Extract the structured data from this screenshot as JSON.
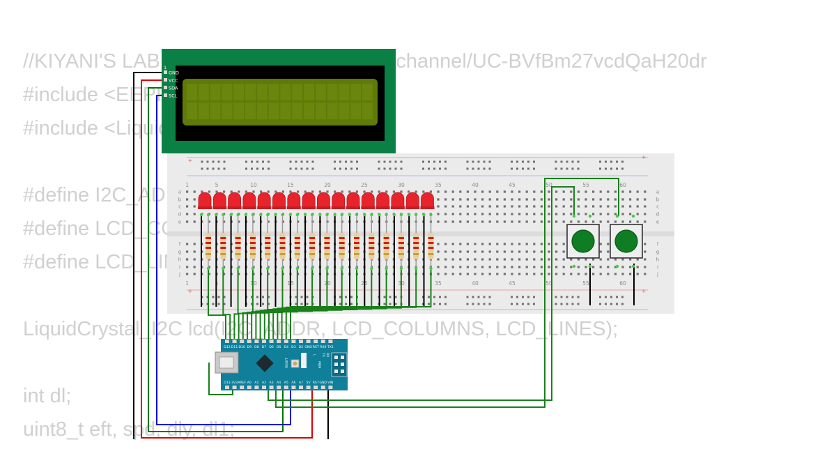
{
  "code_lines": [
    "//KIYANI'S LAB https://www.youtube.com/channel/UC-BVfBm27vcdQaH20dr",
    "#include <EEPROM.h>",
    "#include <LiquidCrystal_I2C.h>",
    "",
    "#define I2C_ADDR    0x27",
    "#define LCD_COLUMNS 16",
    "#define LCD_LINES   2",
    "",
    "LiquidCrystal_I2C lcd(I2C_ADDR, LCD_COLUMNS, LCD_LINES);",
    "",
    "int dl;",
    "uint8_t eft, spd, dly, dl1;"
  ],
  "lcd": {
    "pins": [
      "GND",
      "VCC",
      "SDA",
      "SCL"
    ],
    "pin_one": "1",
    "board_color": "#0b8045",
    "screen_color": "#5f7a08"
  },
  "breadboard": {
    "column_numbers": [
      "1",
      "5",
      "10",
      "15",
      "20",
      "25",
      "30",
      "35",
      "40",
      "45",
      "50",
      "55",
      "60"
    ],
    "rows_top": [
      "a",
      "b",
      "c",
      "d",
      "e"
    ],
    "rows_bottom": [
      "f",
      "g",
      "h",
      "i",
      "j"
    ],
    "rail_plus": "+"
  },
  "leds": {
    "count": 16,
    "color": "#e8232b"
  },
  "resistors": {
    "count": 16
  },
  "buttons": {
    "count": 2,
    "color": "#0e7d23"
  },
  "nano": {
    "top_pins": [
      "D12",
      "D11",
      "D10",
      "D9",
      "D8",
      "D7",
      "D6",
      "D5",
      "D4",
      "D3",
      "D2",
      "GND",
      "RST",
      "RX0",
      "TX1"
    ],
    "bottom_pins": [
      "D13",
      "3V3",
      "AREF",
      "A0",
      "A1",
      "A2",
      "A3",
      "A4",
      "A5",
      "A6",
      "A7",
      "5V",
      "RST",
      "GND",
      "VIN"
    ],
    "labels": [
      "RESET",
      "L",
      "PWR",
      "TX",
      "RX"
    ]
  },
  "wire_colors": {
    "gnd": "#000000",
    "vcc": "#e00000",
    "sda": "#0000dd",
    "scl": "#007700",
    "signal": "#1a7f1a"
  }
}
